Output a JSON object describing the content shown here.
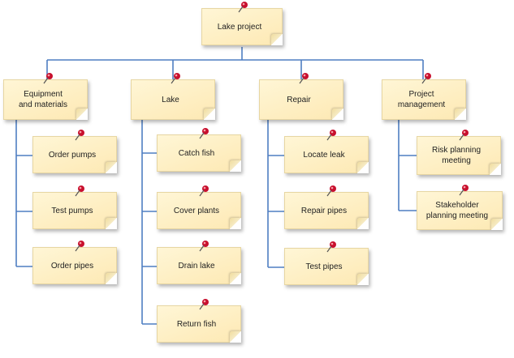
{
  "root": {
    "label": "Lake project",
    "icon": "pushpin-icon"
  },
  "branches": [
    {
      "label": "Equipment\nand materials",
      "children": [
        "Order pumps",
        "Test pumps",
        "Order pipes"
      ]
    },
    {
      "label": "Lake",
      "children": [
        "Catch fish",
        "Cover plants",
        "Drain lake",
        "Return fish"
      ]
    },
    {
      "label": "Repair",
      "children": [
        "Locate leak",
        "Repair pipes",
        "Test pipes"
      ]
    },
    {
      "label": "Project\nmanagement",
      "children": [
        "Risk planning\nmeeting",
        "Stakeholder\nplanning meeting"
      ]
    }
  ],
  "colors": {
    "connector": "#4f7ec2",
    "note_fill": "#fef0c0",
    "pin": "#c8102e"
  }
}
